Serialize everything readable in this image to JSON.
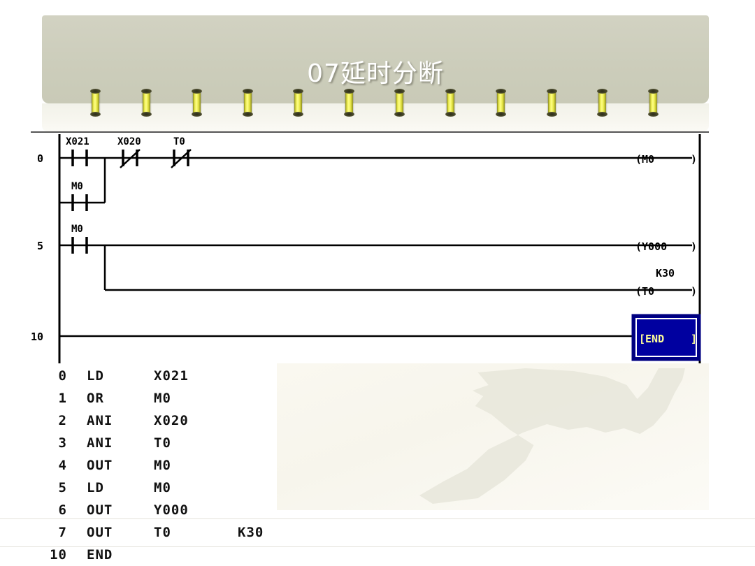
{
  "slide": {
    "title": "07延时分断",
    "binder_ring_count": 12,
    "colors": {
      "header_band": "#cccdbb",
      "header_band_lower": "#f5f4ec",
      "ring": "#e8e84a",
      "page_background": "#ffffff",
      "ladder_line": "#000000",
      "end_block_fill": "#0000a0",
      "end_block_text": "#ffff99",
      "watermark": "#e9e8dc"
    }
  },
  "ladder": {
    "panel_label": "ladder-diagram",
    "step_numbers": [
      "0",
      "5",
      "10"
    ],
    "rungs": [
      {
        "step": "0",
        "contacts": [
          {
            "label": "X021",
            "type": "no"
          },
          {
            "label": "X020",
            "type": "nc"
          },
          {
            "label": "T0",
            "type": "nc"
          }
        ],
        "branch": [
          {
            "label": "M0",
            "type": "no"
          }
        ],
        "coil": "(M0"
      },
      {
        "step": "5",
        "contacts": [
          {
            "label": "M0",
            "type": "no"
          }
        ],
        "coil": "(Y000",
        "second_coil": "(T0",
        "second_coil_preset": "K30"
      },
      {
        "step": "10",
        "end_block": "END",
        "end_bracket_left": "[",
        "end_bracket_right": "]"
      }
    ],
    "coil_close": ")"
  },
  "instruction_list": {
    "rows": [
      {
        "step": "0",
        "op": "LD",
        "arg": "X021",
        "arg2": ""
      },
      {
        "step": "1",
        "op": "OR",
        "arg": "M0",
        "arg2": ""
      },
      {
        "step": "2",
        "op": "ANI",
        "arg": "X020",
        "arg2": ""
      },
      {
        "step": "3",
        "op": "ANI",
        "arg": "T0",
        "arg2": ""
      },
      {
        "step": "4",
        "op": "OUT",
        "arg": "M0",
        "arg2": ""
      },
      {
        "step": "5",
        "op": "LD",
        "arg": "M0",
        "arg2": ""
      },
      {
        "step": "6",
        "op": "OUT",
        "arg": "Y000",
        "arg2": ""
      },
      {
        "step": "7",
        "op": "OUT",
        "arg": "T0",
        "arg2": "K30"
      },
      {
        "step": "10",
        "op": "END",
        "arg": "",
        "arg2": ""
      }
    ]
  }
}
